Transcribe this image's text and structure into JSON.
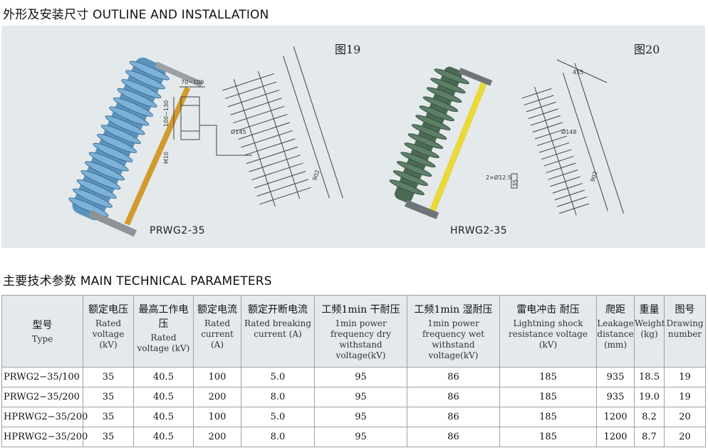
{
  "outline_section": {
    "title": "外形及安装尺寸 OUTLINE AND INSTALLATION"
  },
  "figures": [
    {
      "label": "图19",
      "model": "PRWG2-35",
      "dims": {
        "bracket_w": "70~100",
        "bracket_h": "100~130",
        "bolt": "M10",
        "diameter": "Ø145",
        "length": "902"
      }
    },
    {
      "label": "图20",
      "model": "HRWG2-35",
      "dims": {
        "top": "455",
        "diameter": "Ø148",
        "holes": "2×Ø12.5",
        "hole_gap": "35",
        "length": "902"
      }
    }
  ],
  "params_section": {
    "title": "主要技术参数 MAIN TECHNICAL PARAMETERS"
  },
  "table": {
    "headers": [
      {
        "zh": "型号",
        "en": "Type"
      },
      {
        "zh": "额定电压",
        "en": "Rated voltage (kV)"
      },
      {
        "zh": "最高工作电压",
        "en": "Rated voltage (kV)"
      },
      {
        "zh": "额定电流",
        "en": "Rated current (A)"
      },
      {
        "zh": "额定开断电流",
        "en": "Rated breaking current (A)"
      },
      {
        "zh": "工频1min 干耐压",
        "en": "1min power frequency dry withstand voltage(kV)"
      },
      {
        "zh": "工频1min 湿耐压",
        "en": "1min power frequency wet withstand voltage(kV)"
      },
      {
        "zh": "雷电冲击 耐压",
        "en": "Lightning shock resistance voltage (kV)"
      },
      {
        "zh": "爬距",
        "en": "Leakage distance (mm)"
      },
      {
        "zh": "重量",
        "en": "Weight (kg)"
      },
      {
        "zh": "图号",
        "en": "Drawing number"
      }
    ],
    "rows": [
      [
        "PRWG2−35/100",
        "35",
        "40.5",
        "100",
        "5.0",
        "95",
        "86",
        "185",
        "935",
        "18.5",
        "19"
      ],
      [
        "PRWG2−35/200",
        "35",
        "40.5",
        "200",
        "8.0",
        "95",
        "86",
        "185",
        "935",
        "19.0",
        "19"
      ],
      [
        "HPRWG2−35/200",
        "35",
        "40.5",
        "100",
        "5.0",
        "95",
        "86",
        "185",
        "1200",
        "8.2",
        "20"
      ],
      [
        "HPRWG2−35/200",
        "35",
        "40.5",
        "200",
        "8.0",
        "95",
        "86",
        "185",
        "1200",
        "8.7",
        "20"
      ]
    ]
  },
  "colors": {
    "panel_bg": "#e4e9ec",
    "insulator_blue": "#5b93bd",
    "insulator_green": "#4b6a55",
    "tube_orange": "#d29a2e",
    "tube_yellow": "#e9d93a"
  }
}
